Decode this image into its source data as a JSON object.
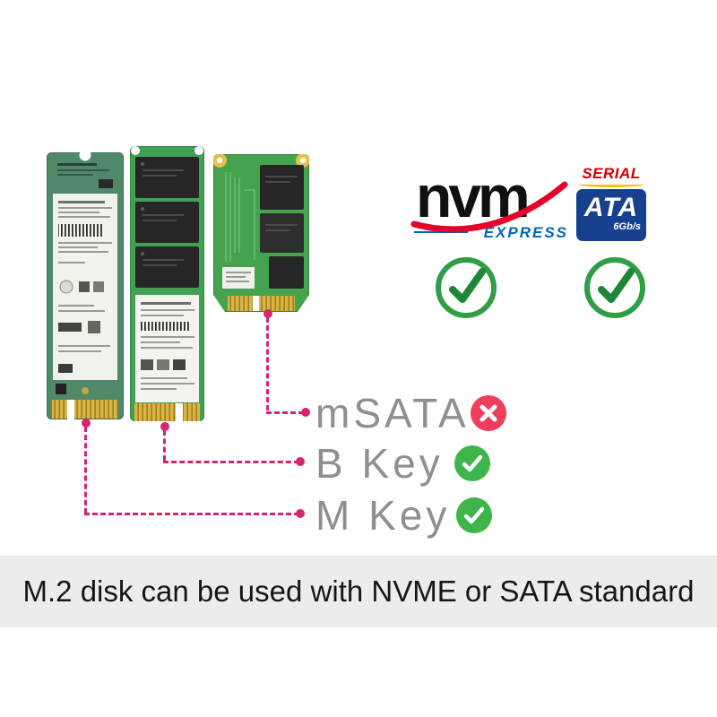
{
  "logos": {
    "nvme": {
      "word": "nvm",
      "express": "EXPRESS"
    },
    "sata": {
      "serial": "SERIAL",
      "ata": "ATA",
      "speed": "6Gb/s"
    }
  },
  "compatibility": {
    "nvme_status": "supported",
    "sata_status": "supported"
  },
  "connector_labels": [
    {
      "text": "mSATA",
      "status": "not-supported"
    },
    {
      "text": "B Key",
      "status": "supported"
    },
    {
      "text": "M Key",
      "status": "supported"
    }
  ],
  "caption": "M.2 disk can be used with NVME or SATA standard",
  "icons": {
    "check": "✓",
    "cross": "✕"
  },
  "colors": {
    "line_pink": "#d6246e",
    "label_gray": "#8f8f8f",
    "check_green": "#3db54a",
    "cross_red": "#ee3e5c",
    "ring_green": "#2f9e44",
    "caption_bg": "#ececec",
    "nvme_red": "#e4002b",
    "nvme_blue": "#0068b5",
    "sata_red": "#d40000",
    "sata_blue": "#17408f"
  }
}
